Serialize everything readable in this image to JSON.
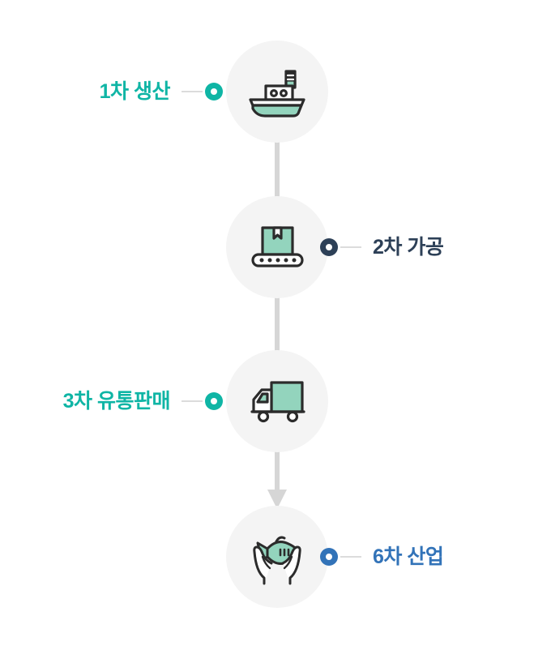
{
  "diagram": {
    "type": "vertical-process-flow",
    "step_count": 4,
    "colors": {
      "teal": "#0fb5a5",
      "navy": "#2d4057",
      "blue": "#3273b8",
      "mint_fill": "#93d4bd",
      "outline": "#2b2b2b",
      "circle_bg": "#f4f4f4",
      "connector": "#d6d6d6",
      "leader_line": "#dcdcdc",
      "page_bg": "#ffffff"
    },
    "steps": [
      {
        "label": "1차 생산",
        "icon": "ship-icon",
        "side": "left",
        "color": "#0fb5a5"
      },
      {
        "label": "2차 가공",
        "icon": "conveyor-box-icon",
        "side": "right",
        "color": "#2d4057"
      },
      {
        "label": "3차 유통판매",
        "icon": "delivery-truck-icon",
        "side": "left",
        "color": "#0fb5a5"
      },
      {
        "label": "6차 산업",
        "icon": "fish-in-hands-icon",
        "side": "right",
        "color": "#3273b8"
      }
    ],
    "connectors": [
      {
        "from": 1,
        "to": 2,
        "style": "line"
      },
      {
        "from": 2,
        "to": 3,
        "style": "line"
      },
      {
        "from": 3,
        "to": 4,
        "style": "arrow"
      }
    ]
  }
}
